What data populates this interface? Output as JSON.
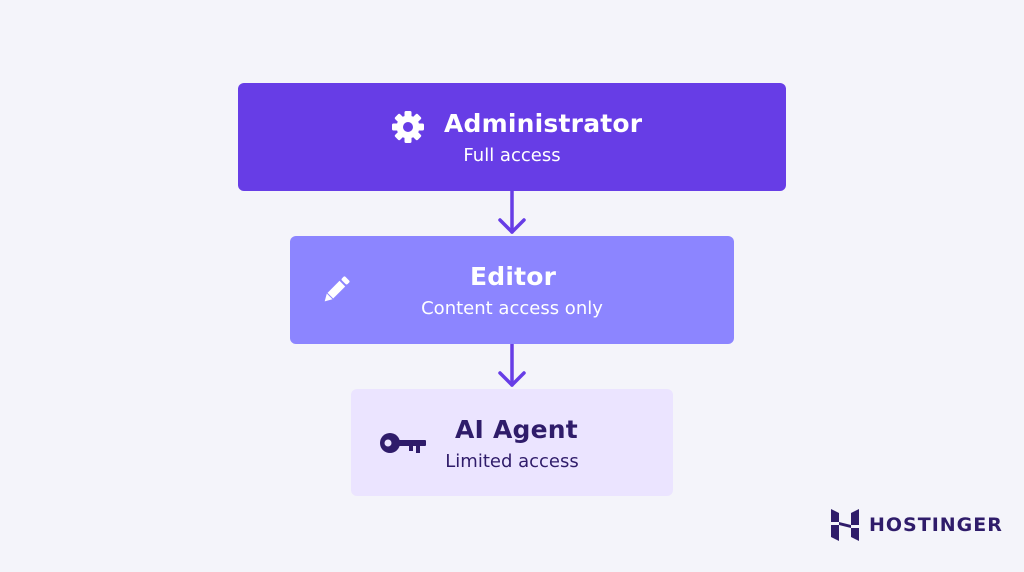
{
  "nodes": [
    {
      "title": "Administrator",
      "subtitle": "Full access",
      "icon": "gear-icon"
    },
    {
      "title": "Editor",
      "subtitle": "Content access only",
      "icon": "pencil-icon"
    },
    {
      "title": "AI Agent",
      "subtitle": "Limited access",
      "icon": "key-icon"
    }
  ],
  "edges": [
    {
      "from": "Administrator",
      "to": "Editor"
    },
    {
      "from": "Editor",
      "to": "AI Agent"
    }
  ],
  "logo": {
    "text": "HOSTINGER"
  },
  "colors": {
    "background": "#f4f4fa",
    "administrator": "#673de6",
    "editor": "#8c85ff",
    "ai_agent": "#ebe4ff",
    "arrow": "#673de6",
    "dark_text": "#2f1c6a"
  }
}
